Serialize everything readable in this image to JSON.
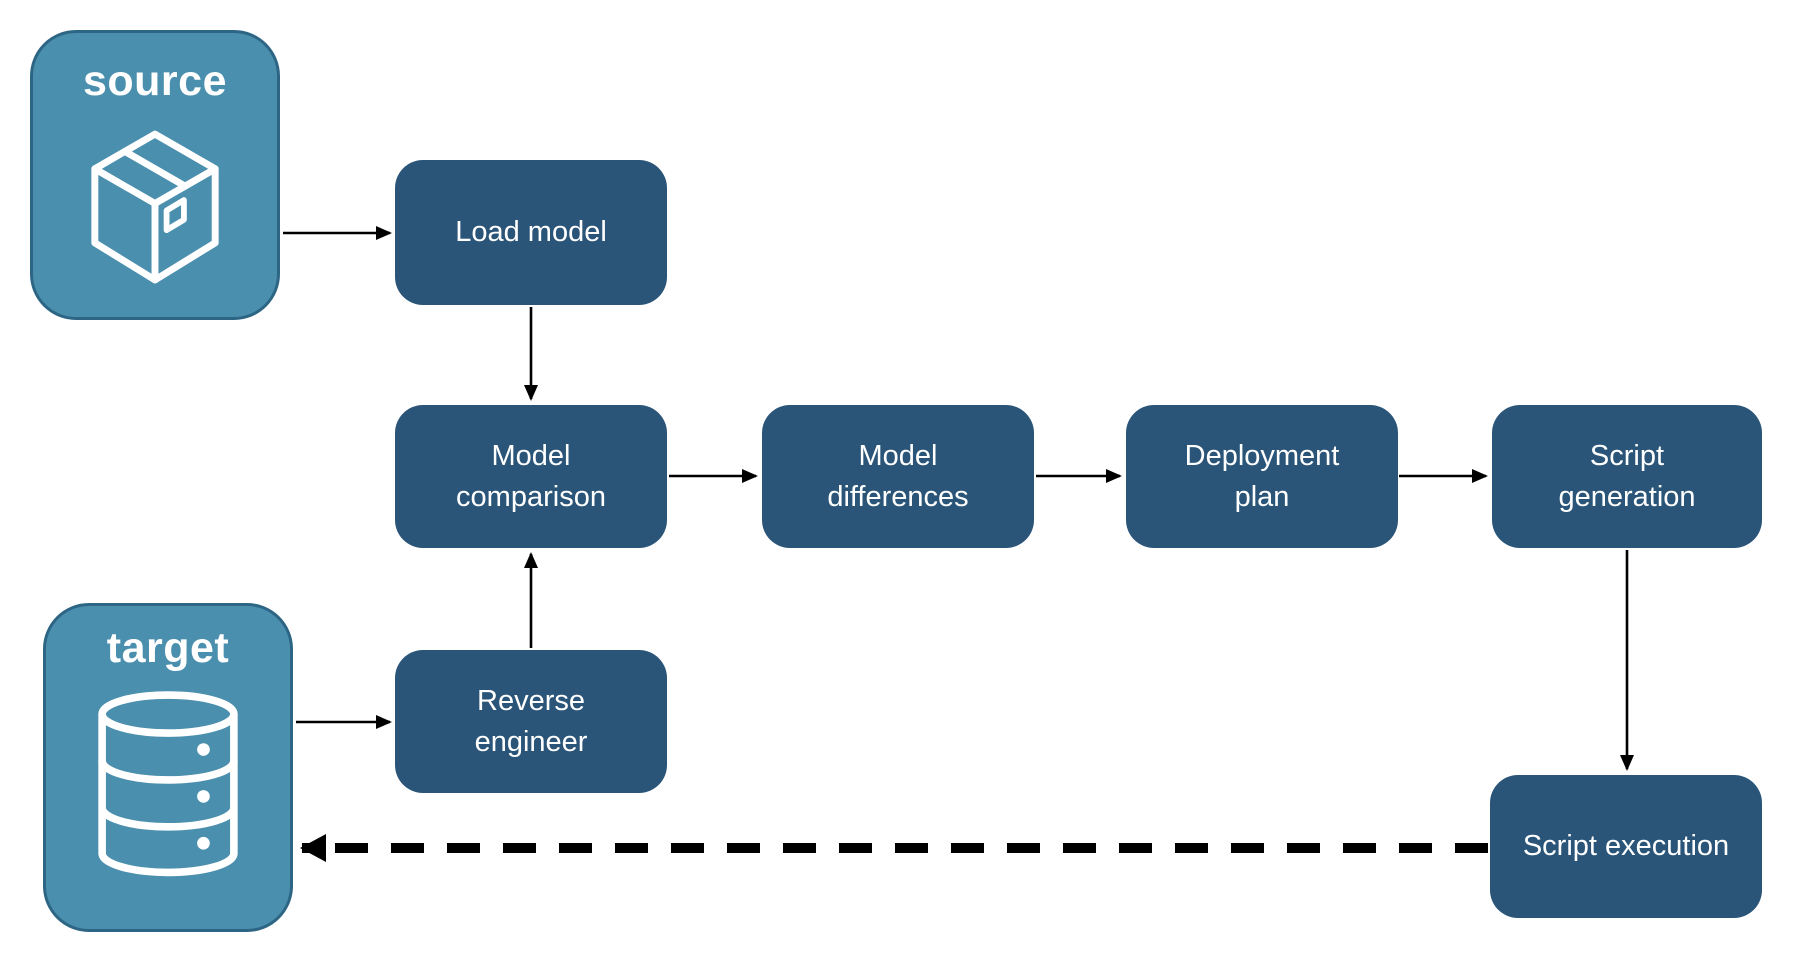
{
  "diagram_type": "flowchart",
  "colors": {
    "background": "#ffffff",
    "endpoint_fill": "#4a8fad",
    "endpoint_border": "#2d6685",
    "node_fill": "#2a5578",
    "node_text": "#ffffff",
    "endpoint_text": "#ffffff",
    "arrow": "#000000"
  },
  "endpoints": {
    "source": {
      "label": "source",
      "icon": "package-icon"
    },
    "target": {
      "label": "target",
      "icon": "database-icon"
    }
  },
  "nodes": {
    "load_model": {
      "label": "Load model"
    },
    "model_comparison": {
      "label": "Model comparison"
    },
    "model_differences": {
      "label": "Model differences"
    },
    "deployment_plan": {
      "label": "Deployment plan"
    },
    "script_generation": {
      "label": "Script generation"
    },
    "reverse_engineer": {
      "label": "Reverse engineer"
    },
    "script_execution": {
      "label": "Script execution"
    }
  },
  "edges": [
    {
      "from": "source",
      "to": "load_model",
      "style": "solid"
    },
    {
      "from": "load_model",
      "to": "model_comparison",
      "style": "solid"
    },
    {
      "from": "target",
      "to": "reverse_engineer",
      "style": "solid"
    },
    {
      "from": "reverse_engineer",
      "to": "model_comparison",
      "style": "solid"
    },
    {
      "from": "model_comparison",
      "to": "model_differences",
      "style": "solid"
    },
    {
      "from": "model_differences",
      "to": "deployment_plan",
      "style": "solid"
    },
    {
      "from": "deployment_plan",
      "to": "script_generation",
      "style": "solid"
    },
    {
      "from": "script_generation",
      "to": "script_execution",
      "style": "solid"
    },
    {
      "from": "script_execution",
      "to": "target",
      "style": "dashed"
    }
  ]
}
